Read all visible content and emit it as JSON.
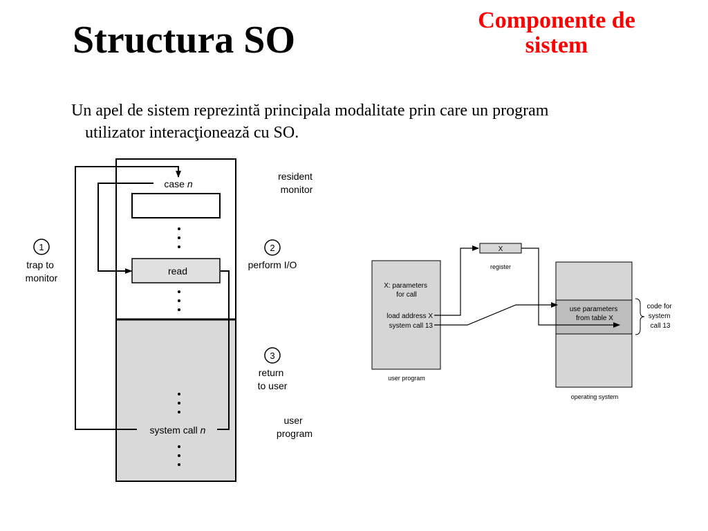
{
  "slide": {
    "title": "Structura SO",
    "subtitle": "Componente de sistem",
    "body_line1": "Un apel de sistem reprezintă principala modalitate prin care un program",
    "body_line2": "utilizator interacţionează cu SO."
  },
  "diagram_left": {
    "case_label": "case",
    "case_var": "n",
    "read_label": "read",
    "syscall_label": "system call",
    "syscall_var": "n",
    "resident_line1": "resident",
    "resident_line2": "monitor",
    "user_line1": "user",
    "user_line2": "program",
    "step1_num": "1",
    "step1_line1": "trap to",
    "step1_line2": "monitor",
    "step2_num": "2",
    "step2_label": "perform I/O",
    "step3_num": "3",
    "step3_line1": "return",
    "step3_line2": "to user",
    "colors": {
      "user_fill": "#d9d9d9",
      "read_fill": "#e0e0e0",
      "stroke": "#000000"
    }
  },
  "diagram_right": {
    "register_value": "X",
    "register_label": "register",
    "params_line1": "X: parameters",
    "params_line2": "for call",
    "load_label": "load address X",
    "syscall_label": "system call 13",
    "user_program_label": "user program",
    "use_params_line1": "use parameters",
    "use_params_line2": "from table X",
    "code_line1": "code for",
    "code_line2": "system",
    "code_line3": "call 13",
    "os_label": "operating system",
    "colors": {
      "box_fill": "#d6d6d6",
      "band_fill": "#bdbdbd"
    }
  }
}
